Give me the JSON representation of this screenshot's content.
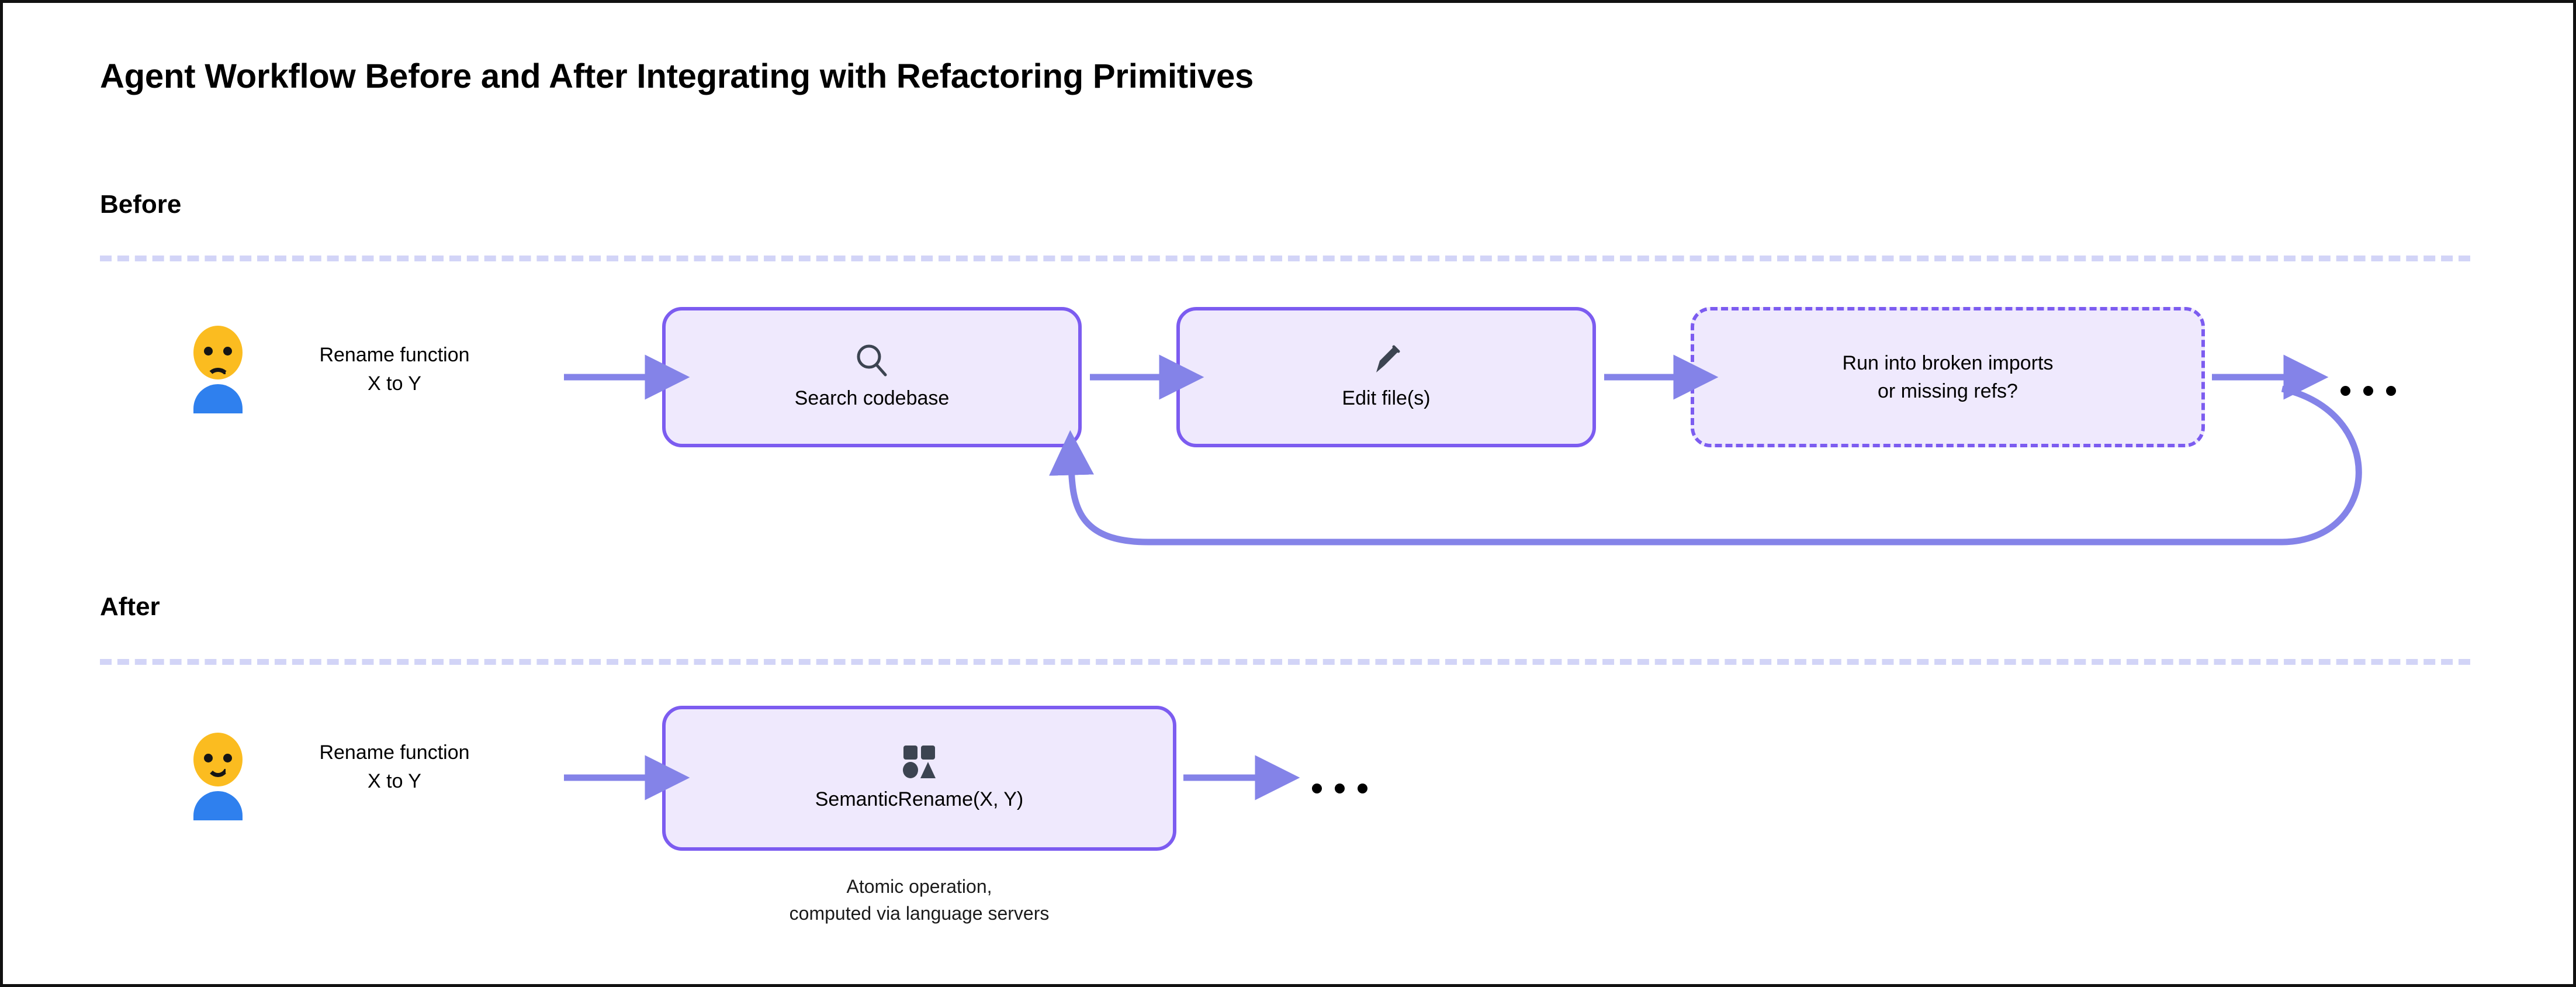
{
  "title": "Agent Workflow Before and After Integrating with Refactoring Primitives",
  "colors": {
    "node_fill": "#EFE9FD",
    "node_border": "#7C5CF0",
    "arrow": "#8483E8",
    "divider": "#D2D4F7",
    "icon": "#3C4451",
    "emoji_head": "#FBBC20",
    "emoji_body": "#2F80EE",
    "text": "#000000",
    "frame": "#111111"
  },
  "sections": {
    "before": {
      "label": "Before",
      "actor": {
        "icon": "sad-person-icon",
        "mood": "sad",
        "caption": "Rename function\nX to Y"
      },
      "nodes": [
        {
          "id": "search-codebase",
          "label": "Search codebase",
          "icon": "magnifying-glass-icon",
          "border_style": "solid"
        },
        {
          "id": "edit-files",
          "label": "Edit file(s)",
          "icon": "pencil-icon",
          "border_style": "solid"
        },
        {
          "id": "broken-imports",
          "label": "Run into broken imports\nor missing refs?",
          "icon": "none",
          "border_style": "dashed"
        }
      ],
      "ellipsis": "…",
      "loop_back": true
    },
    "after": {
      "label": "After",
      "actor": {
        "icon": "happy-person-icon",
        "mood": "happy",
        "caption": "Rename function\nX to Y"
      },
      "nodes": [
        {
          "id": "semantic-rename",
          "label": "SemanticRename(X, Y)",
          "icon": "shapes-grid-icon",
          "border_style": "solid",
          "subcaption": "Atomic operation,\ncomputed via language servers"
        }
      ],
      "ellipsis": "…"
    }
  }
}
